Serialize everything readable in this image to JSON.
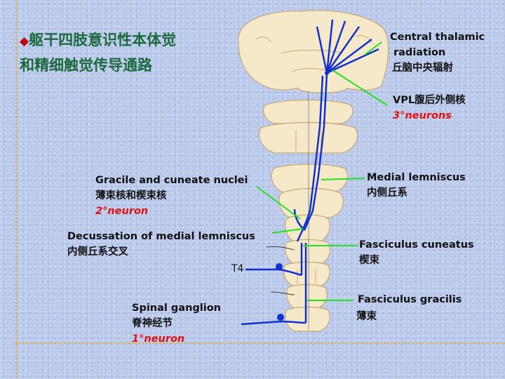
{
  "title": {
    "line1": "躯干四肢意识性本体觉",
    "line2": "和精细触觉传导通路"
  },
  "labels": {
    "central_thalamic_en1": "Central thalamic",
    "central_thalamic_en2": "radiation",
    "central_thalamic_zh": "丘脑中央辐射",
    "vpl_zh": "VPL腹后外侧核",
    "vpl_neuron": "3°neurons",
    "medial_lemniscus_en": "Medial lemniscus",
    "medial_lemniscus_zh": "内侧丘系",
    "gracile_cuneate_en": "Gracile and cuneate nuclei",
    "gracile_cuneate_zh": "薄束核和楔束核",
    "gracile_cuneate_neuron": "2°neuron",
    "decussation_en": "Decussation of medial lemniscus",
    "decussation_zh": "内侧丘系交叉",
    "fasc_cuneatus_en": "Fasciculus cuneatus",
    "fasc_cuneatus_zh": "楔束",
    "t4": "T4",
    "fasc_gracilis_en": "Fasciculus gracilis",
    "fasc_gracilis_zh": "薄束",
    "spinal_ganglion_en": "Spinal ganglion",
    "spinal_ganglion_zh": "脊神经节",
    "spinal_ganglion_neuron": "1°neuron"
  },
  "colors": {
    "pathway": "#1030d0",
    "pointer": "#20e020",
    "neuron_label": "#e01010",
    "title": "#1a6a3c",
    "tissue": "#f6e9c9"
  }
}
